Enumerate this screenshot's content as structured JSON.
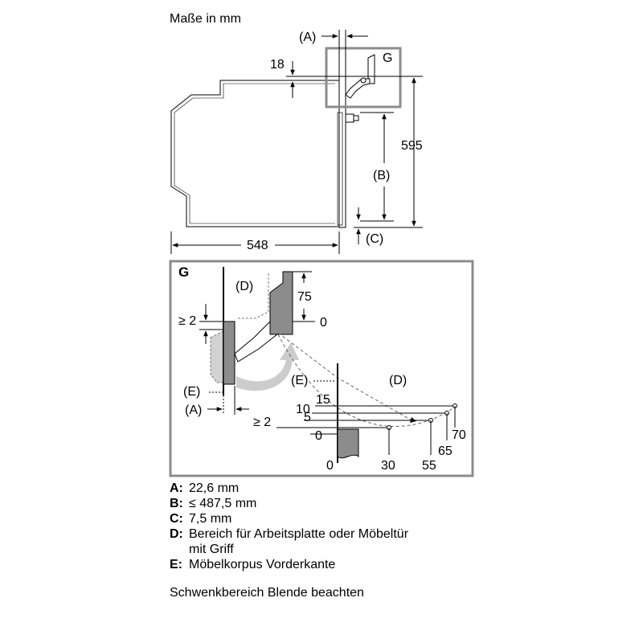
{
  "top_view": {
    "title": "Maße in mm",
    "label_a": "(A)",
    "label_b": "(B)",
    "label_c": "(C)",
    "label_g": "G",
    "dim_18": "18",
    "dim_595": "595",
    "dim_548": "548"
  },
  "detail_g": {
    "title": "G",
    "label_d_top": "(D)",
    "label_d_right": "(D)",
    "label_e_left": "(E)",
    "label_e_mid": "(E)",
    "label_a": "(A)",
    "dim_75": "75",
    "dim_0_top": "0",
    "dim_ge2_left": "≥ 2",
    "dim_15": "15",
    "dim_10": "10",
    "dim_5": "5",
    "dim_ge2_mid": "≥ 2",
    "dim_0_left": "0",
    "dim_0_bottom": "0",
    "dim_30": "30",
    "dim_55": "55",
    "dim_65": "65",
    "dim_70": "70"
  },
  "legend": [
    {
      "key": "A:",
      "text": "22,6 mm"
    },
    {
      "key": "B:",
      "text": "≤ 487,5 mm"
    },
    {
      "key": "C:",
      "text": "7,5 mm"
    },
    {
      "key": "D:",
      "text": "Bereich für Arbeitsplatte oder Möbeltür"
    },
    {
      "key": "",
      "text": "mit Griff"
    },
    {
      "key": "E:",
      "text": "Möbelkorpus Vorderkante"
    }
  ],
  "note": "Schwenkbereich Blende beachten",
  "colors": {
    "line": "#000000",
    "box_border": "#8c8c8c",
    "panel_fill": "#8c8c8c",
    "light_fill": "#d2d2d2",
    "arrow_fill": "#cccccc"
  }
}
